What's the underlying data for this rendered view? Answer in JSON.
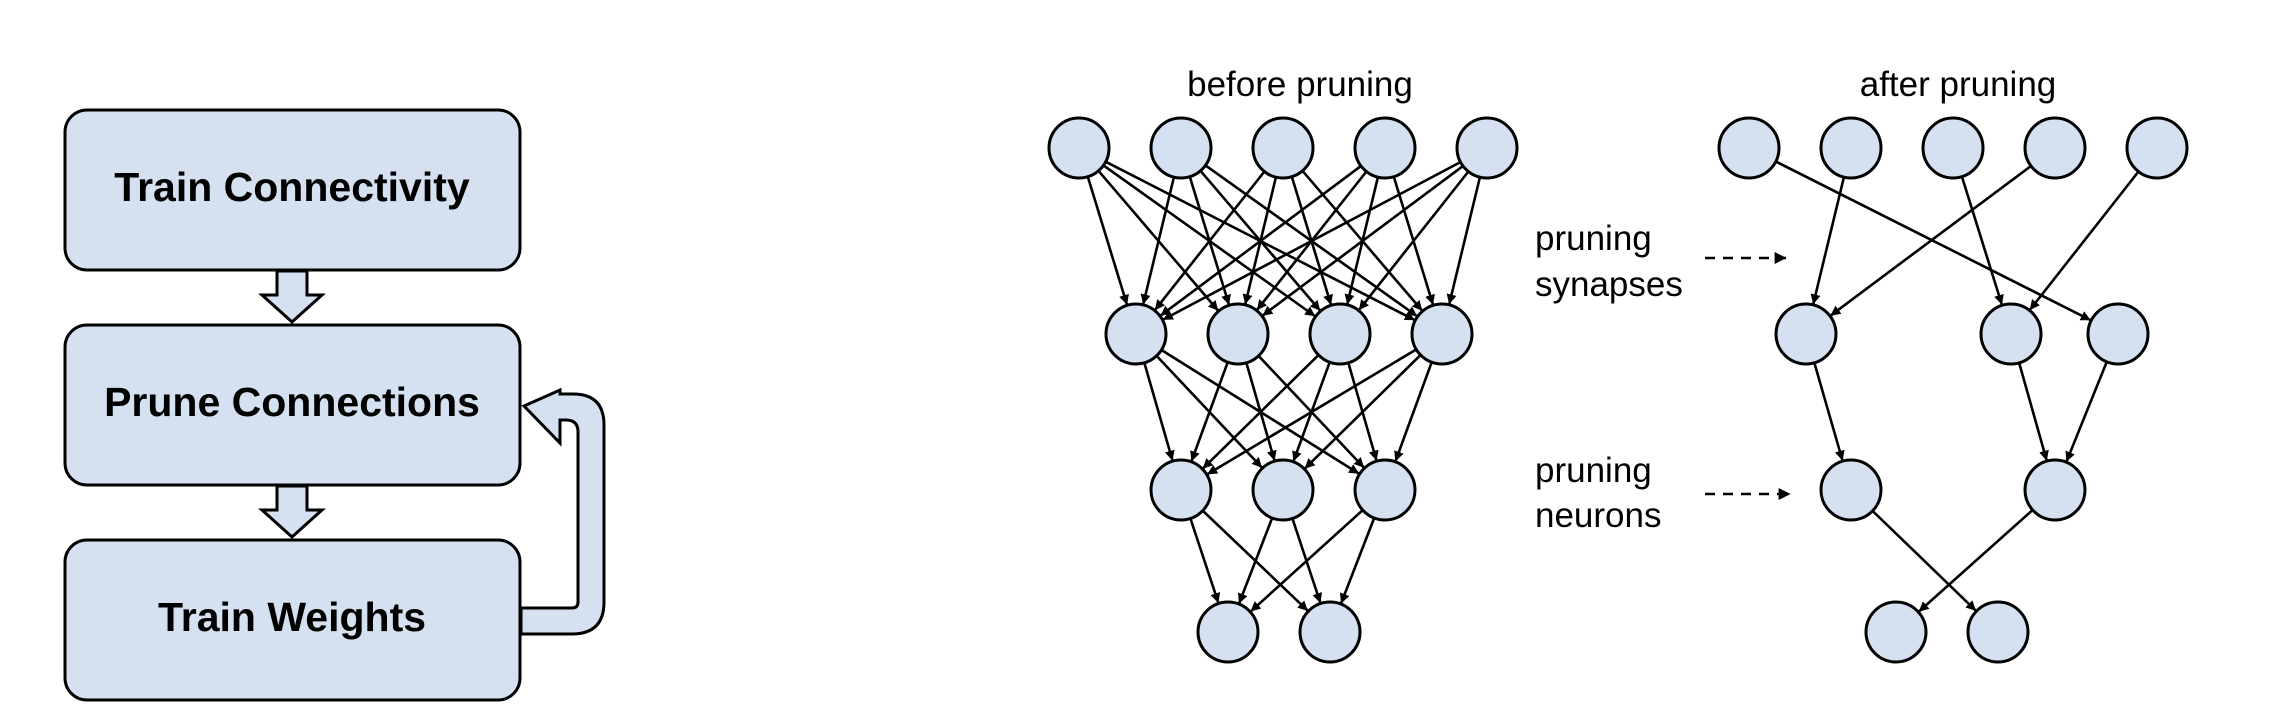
{
  "flow": {
    "steps": [
      "Train Connectivity",
      "Prune Connections",
      "Train Weights"
    ]
  },
  "networks": {
    "before": {
      "title": "before pruning",
      "layers": [
        5,
        4,
        3,
        2
      ],
      "edges": "fully-connected"
    },
    "after": {
      "title": "after pruning",
      "layers": [
        5,
        3,
        2,
        2
      ],
      "edges": [
        [
          [
            0,
            2
          ],
          [
            1,
            0
          ],
          [
            2,
            1
          ],
          [
            3,
            0
          ],
          [
            4,
            1
          ]
        ],
        [
          [
            0,
            0
          ],
          [
            1,
            1
          ],
          [
            2,
            1
          ]
        ],
        [
          [
            0,
            1
          ],
          [
            1,
            0
          ]
        ]
      ]
    }
  },
  "annotations": {
    "synapses": [
      "pruning",
      "synapses"
    ],
    "neurons": [
      "pruning",
      "neurons"
    ]
  },
  "colors": {
    "fill": "#d5e1f0",
    "stroke": "#000000"
  }
}
